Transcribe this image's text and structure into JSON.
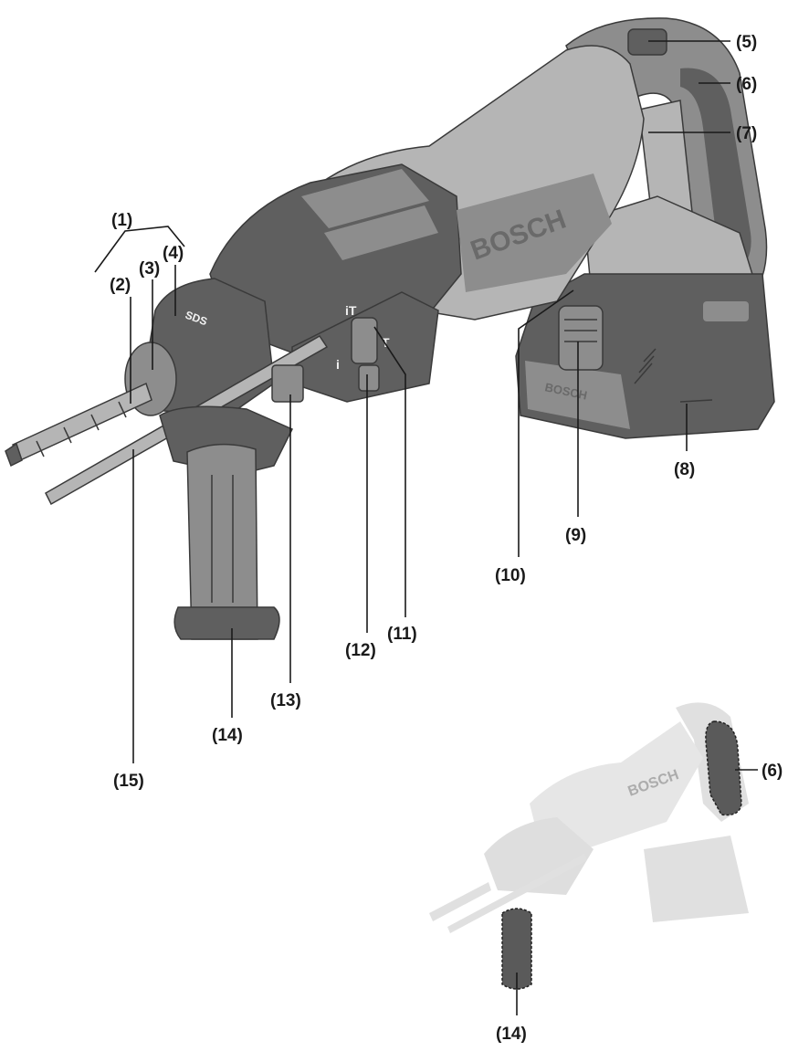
{
  "brand_main": "BOSCH",
  "brand_battery": "BOSCH",
  "brand_small": "BOSCH",
  "chuck_mark": "SDS",
  "switch_marks": {
    "hammer_drill": "iT",
    "chisel": "T",
    "drill": "i"
  },
  "callouts": {
    "c1": "(1)",
    "c2": "(2)",
    "c3": "(3)",
    "c4": "(4)",
    "c5": "(5)",
    "c6": "(6)",
    "c7": "(7)",
    "c8": "(8)",
    "c9": "(9)",
    "c10": "(10)",
    "c11": "(11)",
    "c12": "(12)",
    "c13": "(13)",
    "c14": "(14)",
    "c15": "(15)",
    "small_c6": "(6)",
    "small_c14": "(14)"
  }
}
